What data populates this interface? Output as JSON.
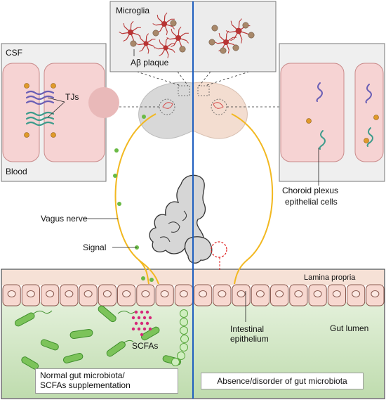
{
  "labels": {
    "microglia": "Microglia",
    "abeta_plaque": "Aβ plaque",
    "csf": "CSF",
    "blood": "Blood",
    "tjs": "TJs",
    "choroid_line1": "Choroid plexus",
    "choroid_line2": "epithelial cells",
    "vagus_nerve": "Vagus nerve",
    "signal": "Signal",
    "lamina_propria": "Lamina propria",
    "intestinal_line1": "Intestinal",
    "intestinal_line2": "epithelium",
    "gut_lumen": "Gut lumen",
    "scfas": "SCFAs"
  },
  "captions": {
    "left_line1": "Normal gut microbiota/",
    "left_line2": "SCFAs supplementation",
    "right": "Absence/disorder of gut microbiota"
  },
  "colors": {
    "divider": "#1f5fbf",
    "nerve": "#f2b820",
    "signal_dot": "#6aba45",
    "cell_pink": "#f6d3d3",
    "cell_border": "#c98a8a",
    "lumen_green": "#cfe6c2",
    "bacteria": "#7cc35a",
    "scfa_dot": "#d6287a",
    "microglia": "#b83434",
    "plaque": "#a8886a",
    "tj_purple": "#6a5fb5",
    "tj_teal": "#3e9c8c",
    "orange_dot": "#e09a2a"
  }
}
